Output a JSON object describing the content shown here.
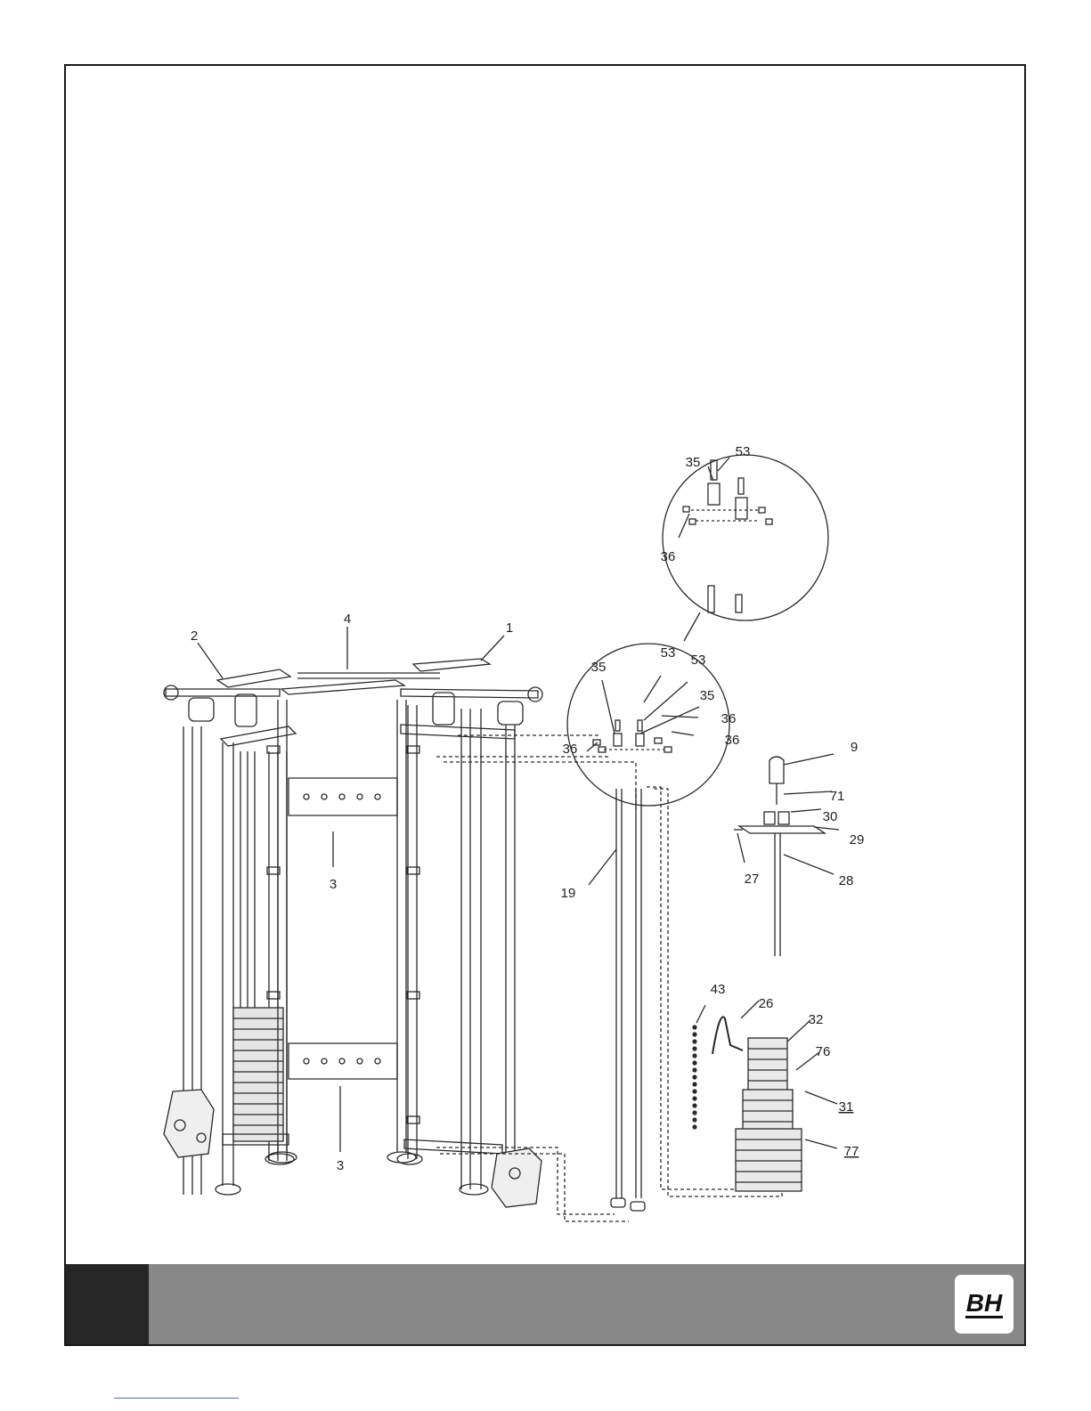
{
  "brand": {
    "logo_text": "BH"
  },
  "callouts": {
    "c2": "2",
    "c4": "4",
    "c1": "1",
    "c3a": "3",
    "c3b": "3",
    "c19": "19",
    "c35a": "35",
    "c53a": "53",
    "c53b": "53",
    "c35b": "35",
    "c36a": "36",
    "c36b": "36",
    "c36c": "36",
    "d35": "35",
    "d53": "53",
    "d36": "36",
    "c9": "9",
    "c71": "71",
    "c30": "30",
    "c29": "29",
    "c27": "27",
    "c28": "28",
    "c43": "43",
    "c26": "26",
    "c32": "32",
    "c76": "76",
    "c31": "31",
    "c77": "77"
  },
  "colors": {
    "footer": "#888888",
    "footer_block": "#262626",
    "line": "#2a2a2a"
  }
}
